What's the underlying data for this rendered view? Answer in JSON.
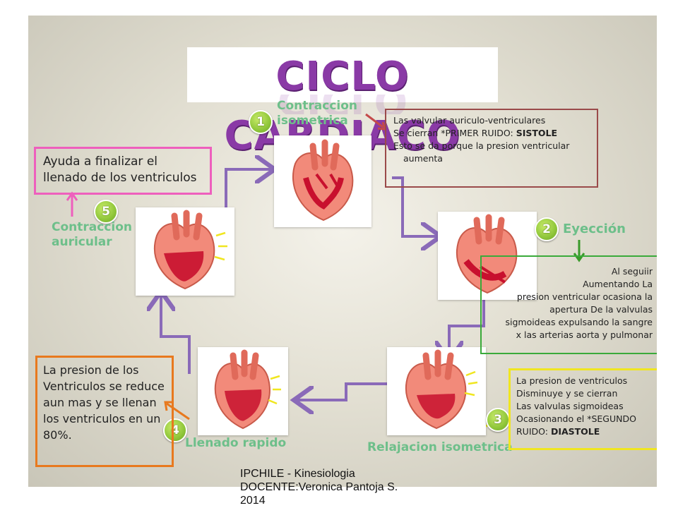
{
  "title": "CICLO CARDIACO",
  "steps": [
    {
      "number": "1",
      "label_line1": "Contraccion",
      "label_line2": "isometrica"
    },
    {
      "number": "2",
      "label_line1": "Eyección",
      "label_line2": ""
    },
    {
      "number": "3",
      "label_line1": "Relajacion isometrica",
      "label_line2": ""
    },
    {
      "number": "4",
      "label_line1": "Llenado rapido",
      "label_line2": ""
    },
    {
      "number": "5",
      "label_line1": "Contraccion",
      "label_line2": "auricular"
    }
  ],
  "boxes": {
    "step1": {
      "line1": "Las valvular auriculo-ventriculares",
      "line2_prefix": "Se cierran *PRIMER RUIDO: ",
      "line2_bold": "SISTOLE",
      "line3": "Esto se da porque  la presion ventricular",
      "line4": "aumenta",
      "border_color": "#9a4a4a"
    },
    "step2": {
      "lines": [
        "Al seguiir",
        "Aumentando La",
        "presion ventricular ocasiona  la",
        "apertura De la valvulas",
        "sigmoideas  expulsando la sangre",
        "x las arterias aorta y pulmonar"
      ],
      "border_color": "#3aaa3a"
    },
    "step3": {
      "line1": "La presion de ventriculos",
      "line2": "Disminuye y se cierran",
      "line3": "Las valvulas sigmoideas",
      "line4": "Ocasionando el *SEGUNDO",
      "line5_prefix": "RUIDO: ",
      "line5_bold": "DIASTOLE",
      "border_color": "#f0e620"
    },
    "step4": {
      "lines": [
        "La presion de los",
        "Ventriculos se reduce",
        "aun mas y se llenan",
        "los ventriculos en un",
        "80%."
      ],
      "border_color": "#e8791e"
    },
    "step5": {
      "lines": [
        "Ayuda a finalizar el",
        "llenado de los ventriculos"
      ],
      "border_color": "#ee5fbd"
    }
  },
  "colors": {
    "flow_arrow": "#8a6ab8",
    "title": "#8a3aa6",
    "label_green": "#6dbf8a"
  },
  "footer": {
    "line1": "IPCHILE  - Kinesiologia",
    "line2": "DOCENTE:Veronica Pantoja S.",
    "line3": "2014"
  }
}
